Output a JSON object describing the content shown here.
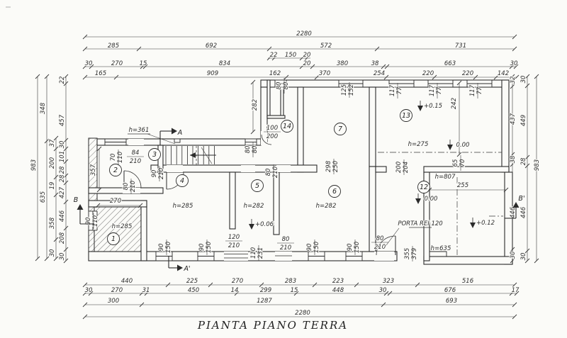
{
  "title": "PIANTA PIANO TERRA",
  "rooms": [
    "1",
    "2",
    "3",
    "4",
    "5",
    "6",
    "7",
    "12",
    "13",
    "14"
  ],
  "heights": {
    "hall": "h=361",
    "r1": "h=285",
    "r4": "h=285",
    "r5": "h=282",
    "r6": "h=282",
    "r13": "h=275",
    "wall12": "h=807",
    "low12": "h=635"
  },
  "levels": [
    "+0.15",
    "0.00",
    "0.00",
    "+0.12",
    "+0.06"
  ],
  "door_note": "PORTA REI 120",
  "sections": {
    "a": "A",
    "a1": "A'",
    "b": "B",
    "b1": "B'"
  },
  "dims": {
    "top": [
      [
        "2280"
      ],
      [
        "285",
        "692",
        "572",
        "731"
      ],
      [
        "22",
        "150",
        "20"
      ],
      [
        "30",
        "270",
        "15",
        "834",
        "20",
        "380",
        "38",
        "663",
        "30"
      ],
      [
        "165",
        "909",
        "162",
        "370",
        "254",
        "220",
        "220",
        "142"
      ]
    ],
    "bottom": [
      [
        "440",
        "225",
        "270",
        "283",
        "223",
        "323",
        "516"
      ],
      [
        "30",
        "270",
        "31",
        "450",
        "14",
        "299",
        "15",
        "448",
        "30",
        "676",
        "17"
      ],
      [
        "300",
        "1287",
        "693"
      ],
      [
        "2280"
      ]
    ],
    "left": [
      [
        "983"
      ],
      [
        "348",
        "635"
      ],
      [
        "37",
        "200",
        "19",
        "358",
        "30"
      ],
      [
        "22",
        "457",
        "30",
        "101",
        "28",
        "28",
        "427",
        "446",
        "208",
        "30"
      ]
    ],
    "right": [
      [
        "32",
        "437",
        "38",
        "446",
        "30"
      ],
      [
        "30",
        "449",
        "28",
        "446",
        "30"
      ],
      [
        "983"
      ]
    ],
    "inner": [
      "357",
      "270",
      "282",
      "242",
      "255"
    ]
  },
  "openings": [
    {
      "w": "70",
      "h": "110"
    },
    {
      "w": "84",
      "h": "210"
    },
    {
      "w": "90",
      "h": "210"
    },
    {
      "w": "80",
      "h": "210"
    },
    {
      "w": "90",
      "h": "110"
    },
    {
      "w": "120",
      "h": "210"
    },
    {
      "w": "80",
      "h": "210"
    },
    {
      "w": "110",
      "h": "231"
    },
    {
      "w": "90",
      "h": "150"
    },
    {
      "w": "90",
      "h": "150"
    },
    {
      "w": "90",
      "h": "150"
    },
    {
      "w": "90",
      "h": "150"
    },
    {
      "w": "80",
      "h": "210"
    },
    {
      "w": "80",
      "h": "80"
    },
    {
      "w": "80",
      "h": "80"
    },
    {
      "w": "100",
      "h": "200"
    },
    {
      "w": "125",
      "h": "152"
    },
    {
      "w": "117",
      "h": "77"
    },
    {
      "w": "117",
      "h": "77"
    },
    {
      "w": "117",
      "h": "77"
    },
    {
      "w": "298",
      "h": "250"
    },
    {
      "w": "200",
      "h": "204"
    },
    {
      "w": "65",
      "h": "70"
    },
    {
      "w": "355",
      "h": "379"
    },
    {
      "w": "80",
      "h": "210"
    }
  ]
}
